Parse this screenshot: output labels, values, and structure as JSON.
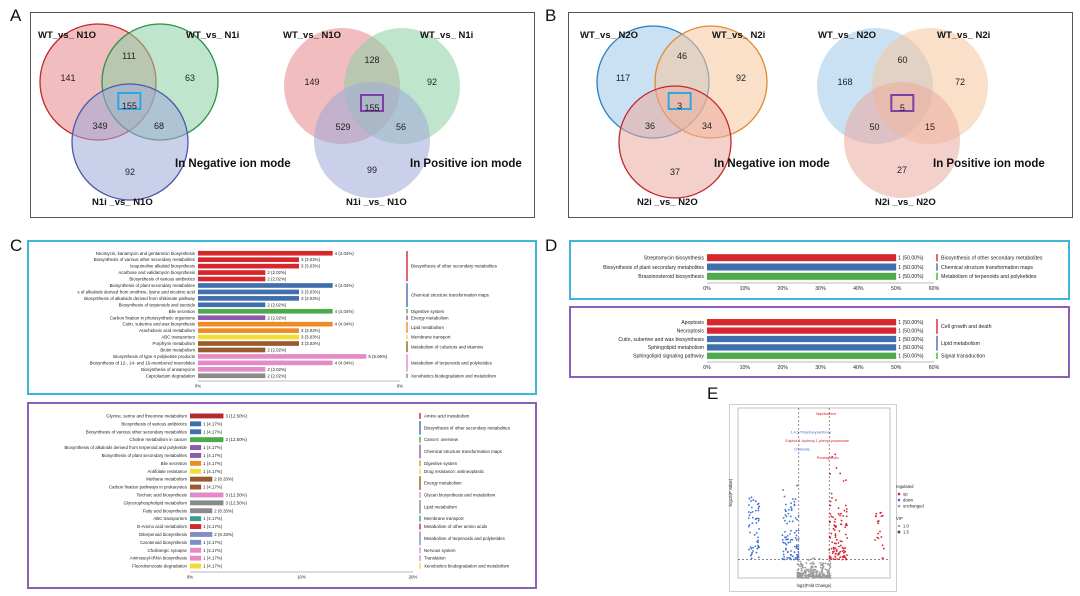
{
  "panel_letters": [
    "A",
    "B",
    "C",
    "D",
    "E"
  ],
  "colors": {
    "panel_border_dark": "#555555",
    "panel_border_cyan": "#3fb6d9",
    "panel_border_purple": "#8d5fb8",
    "venn_red": "#e8868a",
    "venn_green": "#8ccfa4",
    "venn_blue": "#9fa7d9",
    "venn_lightblue": "#9ec8ea",
    "venn_peach": "#f5c79c",
    "venn_salmon": "#eba99e",
    "highlight_cyan": "#2aa9e0",
    "highlight_purple": "#7b3fa6",
    "volcano_up": "#d7222f",
    "volcano_down": "#3f6fd0",
    "volcano_ns": "#9a9a9a"
  },
  "chart_data": [
    {
      "type": "venn",
      "panel": "A",
      "mode": "In Negative ion mode",
      "sets": [
        "WT_vs_ N1O",
        "WT_vs_ N1i",
        "N1i _vs_ N1O"
      ],
      "regions": {
        "only_1": 141,
        "only_2": 63,
        "only_3": 92,
        "r12": 111,
        "r13": 349,
        "r23": 68,
        "r123": 155
      }
    },
    {
      "type": "venn",
      "panel": "A",
      "mode": "In Positive ion mode",
      "sets": [
        "WT_vs_ N1O",
        "WT_vs_ N1i",
        "N1i _vs_ N1O"
      ],
      "regions": {
        "only_1": 149,
        "only_2": 92,
        "only_3": 99,
        "r12": 128,
        "r13": 529,
        "r23": 56,
        "r123": 155
      }
    },
    {
      "type": "venn",
      "panel": "B",
      "mode": "In Negative ion mode",
      "sets": [
        "WT_vs_ N2O",
        "WT_vs_ N2i",
        "N2i _vs_ N2O"
      ],
      "regions": {
        "only_1": 117,
        "only_2": 92,
        "only_3": 37,
        "r12": 46,
        "r13": 36,
        "r23": 34,
        "r123": 3
      }
    },
    {
      "type": "venn",
      "panel": "B",
      "mode": "In Positive ion mode",
      "sets": [
        "WT_vs_ N2O",
        "WT_vs_ N2i",
        "N2i _vs_ N2O"
      ],
      "regions": {
        "only_1": 168,
        "only_2": 72,
        "only_3": 27,
        "r12": 60,
        "r13": 50,
        "r23": 15,
        "r123": 5
      }
    },
    {
      "type": "bar",
      "panel": "C-top",
      "orientation": "horizontal",
      "xlim": [
        0,
        6
      ],
      "x_tick_labels": [
        "0%",
        "6%"
      ],
      "categories": [
        {
          "label": "Neomycin, kanamycin and gentamicin biosynthesis",
          "value": 4,
          "text": "4 (4.04%)",
          "color": "#d7262e"
        },
        {
          "label": "Biosynthesis of various other secondary metabolites",
          "value": 3,
          "text": "3 (3.03%)",
          "color": "#d7262e"
        },
        {
          "label": "Isoquinoline alkaloid biosynthesis",
          "value": 3,
          "text": "3 (3.03%)",
          "color": "#d7262e"
        },
        {
          "label": "Acarbose and validamycin biosynthesis",
          "value": 2,
          "text": "2 (2.02%)",
          "color": "#d7262e"
        },
        {
          "label": "Biosynthesis of various antibiotics",
          "value": 2,
          "text": "2 (2.02%)",
          "color": "#d7262e"
        },
        {
          "label": "Biosynthesis of plant secondary metabolites",
          "value": 4,
          "text": "4 (4.04%)",
          "color": "#3f6fad"
        },
        {
          "label": "s of alkaloids derived from ornithine, lysine and nicotinic acid",
          "value": 3,
          "text": "3 (3.03%)",
          "color": "#3f6fad"
        },
        {
          "label": "Biosynthesis of alkaloids derived from shikimate pathway",
          "value": 3,
          "text": "3 (3.03%)",
          "color": "#3f6fad"
        },
        {
          "label": "Biosynthesis of terpenoids and steroids",
          "value": 2,
          "text": "2 (2.02%)",
          "color": "#3f6fad"
        },
        {
          "label": "Bile secretion",
          "value": 4,
          "text": "4 (4.04%)",
          "color": "#4daa4a"
        },
        {
          "label": "Carbon fixation in photosynthetic organisms",
          "value": 2,
          "text": "2 (2.02%)",
          "color": "#8e5ab0"
        },
        {
          "label": "Cutin, suberine and wax biosynthesis",
          "value": 4,
          "text": "4 (4.04%)",
          "color": "#f08a24"
        },
        {
          "label": "Arachidonic acid metabolism",
          "value": 3,
          "text": "3 (3.03%)",
          "color": "#f08a24"
        },
        {
          "label": "ABC transporters",
          "value": 3,
          "text": "3 (3.03%)",
          "color": "#f2dd36"
        },
        {
          "label": "Porphyrin metabolism",
          "value": 3,
          "text": "3 (3.03%)",
          "color": "#9a5a2c"
        },
        {
          "label": "Biotin metabolism",
          "value": 2,
          "text": "2 (2.02%)",
          "color": "#9a5a2c"
        },
        {
          "label": "Biosynthesis of type II polyketide products",
          "value": 5,
          "text": "5 (5.05%)",
          "color": "#e58ac8"
        },
        {
          "label": "Biosynthesis of 12-, 14- and 16-membered macrolides",
          "value": 4,
          "text": "4 (4.04%)",
          "color": "#e58ac8"
        },
        {
          "label": "Biosynthesis of ansamycins",
          "value": 2,
          "text": "2 (2.02%)",
          "color": "#e58ac8"
        },
        {
          "label": "Caprolactam degradation",
          "value": 2,
          "text": "2 (2.02%)",
          "color": "#8a8a8a"
        }
      ],
      "groups": [
        {
          "name": "Biosynthesis of other secondary metabolites",
          "start": 0,
          "end": 4,
          "color": "#d7262e"
        },
        {
          "name": "Chemical structure transformation maps",
          "start": 5,
          "end": 8,
          "color": "#3f6fad"
        },
        {
          "name": "Digestive system",
          "start": 9,
          "end": 9,
          "color": "#4daa4a"
        },
        {
          "name": "Energy metabolism",
          "start": 10,
          "end": 10,
          "color": "#8e5ab0"
        },
        {
          "name": "Lipid metabolism",
          "start": 11,
          "end": 12,
          "color": "#f08a24"
        },
        {
          "name": "Membrane transport",
          "start": 13,
          "end": 13,
          "color": "#f2dd36"
        },
        {
          "name": "Metabolism of cofactors and vitamins",
          "start": 14,
          "end": 15,
          "color": "#9a5a2c"
        },
        {
          "name": "Metabolism of terpenoids and polyketides",
          "start": 16,
          "end": 18,
          "color": "#e58ac8"
        },
        {
          "name": "Xenobiotics biodegradation and metabolism",
          "start": 19,
          "end": 19,
          "color": "#8a8a8a"
        }
      ]
    },
    {
      "type": "bar",
      "panel": "C-bottom",
      "orientation": "horizontal",
      "xlim": [
        0,
        20
      ],
      "x_tick_labels": [
        "0%",
        "10%",
        "20%"
      ],
      "categories": [
        {
          "label": "Glycine, serine and threonine metabolism",
          "value": 3,
          "text": "3 (12.50%)",
          "color": "#b22a2e"
        },
        {
          "label": "Biosynthesis of various antibiotics",
          "value": 1,
          "text": "1 (4.17%)",
          "color": "#3f6fad"
        },
        {
          "label": "Biosynthesis of various other secondary metabolites",
          "value": 1,
          "text": "1 (4.17%)",
          "color": "#3f6fad"
        },
        {
          "label": "Choline metabolism in cancer",
          "value": 3,
          "text": "3 (12.50%)",
          "color": "#4daa4a"
        },
        {
          "label": "Biosynthesis of alkaloids derived from terpenoid and polyketide",
          "value": 1,
          "text": "1 (4.17%)",
          "color": "#8e5ab0"
        },
        {
          "label": "Biosynthesis of plant secondary metabolites",
          "value": 1,
          "text": "1 (4.17%)",
          "color": "#8e5ab0"
        },
        {
          "label": "Bile secretion",
          "value": 1,
          "text": "1 (4.17%)",
          "color": "#f08a24"
        },
        {
          "label": "Antifolate resistance",
          "value": 1,
          "text": "1 (4.17%)",
          "color": "#f2dd36"
        },
        {
          "label": "Methane metabolism",
          "value": 2,
          "text": "2 (8.33%)",
          "color": "#9a5a2c"
        },
        {
          "label": "Carbon fixation pathways in prokaryotes",
          "value": 1,
          "text": "1 (4.17%)",
          "color": "#9a5a2c"
        },
        {
          "label": "Teichoic acid biosynthesis",
          "value": 3,
          "text": "3 (12.50%)",
          "color": "#e58ac8"
        },
        {
          "label": "Glycerophospholipid metabolism",
          "value": 3,
          "text": "3 (12.50%)",
          "color": "#8a8a8a"
        },
        {
          "label": "Fatty acid biosynthesis",
          "value": 2,
          "text": "2 (8.33%)",
          "color": "#8a8a8a"
        },
        {
          "label": "ABC transporters",
          "value": 1,
          "text": "1 (4.17%)",
          "color": "#3a9e8e"
        },
        {
          "label": "D-Amino acid metabolism",
          "value": 1,
          "text": "1 (4.17%)",
          "color": "#d7262e"
        },
        {
          "label": "Diterpenoid biosynthesis",
          "value": 2,
          "text": "2 (8.33%)",
          "color": "#7d8fc4"
        },
        {
          "label": "Carotenoid biosynthesis",
          "value": 1,
          "text": "1 (4.17%)",
          "color": "#7d8fc4"
        },
        {
          "label": "Cholinergic synapse",
          "value": 1,
          "text": "1 (4.17%)",
          "color": "#e58ac8"
        },
        {
          "label": "Aminoacyl-tRNA biosynthesis",
          "value": 1,
          "text": "1 (4.17%)",
          "color": "#e58ac8"
        },
        {
          "label": "Fluorobenzoate degradation",
          "value": 1,
          "text": "1 (4.17%)",
          "color": "#f2dd36"
        }
      ],
      "groups": [
        {
          "name": "Amino acid metabolism",
          "start": 0,
          "end": 0,
          "color": "#b22a2e"
        },
        {
          "name": "Biosynthesis of other secondary metabolites",
          "start": 1,
          "end": 2,
          "color": "#3f6fad"
        },
        {
          "name": "Cancer: overview",
          "start": 3,
          "end": 3,
          "color": "#4daa4a"
        },
        {
          "name": "Chemical structure transformation maps",
          "start": 4,
          "end": 5,
          "color": "#8e5ab0"
        },
        {
          "name": "Digestive system",
          "start": 6,
          "end": 6,
          "color": "#f08a24"
        },
        {
          "name": "Drug resistance: antineoplastic",
          "start": 7,
          "end": 7,
          "color": "#f2dd36"
        },
        {
          "name": "Energy metabolism",
          "start": 8,
          "end": 9,
          "color": "#9a5a2c"
        },
        {
          "name": "Glycan biosynthesis and metabolism",
          "start": 10,
          "end": 10,
          "color": "#e58ac8"
        },
        {
          "name": "Lipid metabolism",
          "start": 11,
          "end": 12,
          "color": "#8a8a8a"
        },
        {
          "name": "Membrane transport",
          "start": 13,
          "end": 13,
          "color": "#3a9e8e"
        },
        {
          "name": "Metabolism of other amino acids",
          "start": 14,
          "end": 14,
          "color": "#d7262e"
        },
        {
          "name": "Metabolism of terpenoids and polyketides",
          "start": 15,
          "end": 16,
          "color": "#7d8fc4"
        },
        {
          "name": "Nervous system",
          "start": 17,
          "end": 17,
          "color": "#e58ac8"
        },
        {
          "name": "Translation",
          "start": 18,
          "end": 18,
          "color": "#e58ac8"
        },
        {
          "name": "Xenobiotics biodegradation and metabolism",
          "start": 19,
          "end": 19,
          "color": "#f2dd36"
        }
      ]
    },
    {
      "type": "bar",
      "panel": "D-top",
      "orientation": "horizontal",
      "xlim": [
        0,
        60
      ],
      "x_tick_labels": [
        "0%",
        "10%",
        "20%",
        "30%",
        "40%",
        "50%",
        "60%"
      ],
      "categories": [
        {
          "label": "Streptomycin biosynthesis",
          "value": 50,
          "text": "1 (50.00%)",
          "color": "#d7262e"
        },
        {
          "label": "Biosynthesis of plant secondary metabolites",
          "value": 50,
          "text": "1 (50.00%)",
          "color": "#3f6fad"
        },
        {
          "label": "Brassinosteroid biosynthesis",
          "value": 50,
          "text": "1 (50.00%)",
          "color": "#4daa4a"
        }
      ],
      "groups": [
        {
          "name": "Biosynthesis of other secondary metabolites",
          "start": 0,
          "end": 0,
          "color": "#d7262e"
        },
        {
          "name": "Chemical structure transformation maps",
          "start": 1,
          "end": 1,
          "color": "#3f6fad"
        },
        {
          "name": "Metabolism of terpenoids and polyketides",
          "start": 2,
          "end": 2,
          "color": "#4daa4a"
        }
      ]
    },
    {
      "type": "bar",
      "panel": "D-bottom",
      "orientation": "horizontal",
      "xlim": [
        0,
        60
      ],
      "x_tick_labels": [
        "0%",
        "10%",
        "20%",
        "30%",
        "40%",
        "50%",
        "60%"
      ],
      "categories": [
        {
          "label": "Apoptosis",
          "value": 50,
          "text": "1 (50.00%)",
          "color": "#d7262e"
        },
        {
          "label": "Necroptosis",
          "value": 50,
          "text": "1 (50.00%)",
          "color": "#d7262e"
        },
        {
          "label": "Cutin, suberine and wax biosynthesis",
          "value": 50,
          "text": "1 (50.00%)",
          "color": "#3f6fad"
        },
        {
          "label": "Sphingolipid metabolism",
          "value": 50,
          "text": "1 (50.00%)",
          "color": "#3f6fad"
        },
        {
          "label": "Sphingolipid signaling pathway",
          "value": 50,
          "text": "1 (50.00%)",
          "color": "#4daa4a"
        }
      ],
      "groups": [
        {
          "name": "Cell growth and death",
          "start": 0,
          "end": 1,
          "color": "#d7262e"
        },
        {
          "name": "Lipid metabolism",
          "start": 2,
          "end": 3,
          "color": "#3f6fad"
        },
        {
          "name": "Signal transduction",
          "start": 4,
          "end": 4,
          "color": "#4daa4a"
        }
      ]
    },
    {
      "type": "scatter",
      "panel": "E",
      "xlabel": "log2(Fold Change)",
      "ylabel": "-log10(P value)",
      "xlim": [
        -5,
        5
      ],
      "ylim": [
        0,
        12
      ],
      "legend_title": "regulated",
      "legend_entries": [
        "up",
        "down",
        "unchanged"
      ],
      "legend_vip_title": "VIP",
      "legend_vip_entries": [
        "1.0",
        "1.5"
      ],
      "annotations": [
        "Naphthalene",
        "1,4,5-Trihydroxyxanthone",
        "Sulphur-1-hydroxy-1-phenyl-propanoate",
        "Crotonate",
        "Prostaglandin"
      ]
    }
  ]
}
